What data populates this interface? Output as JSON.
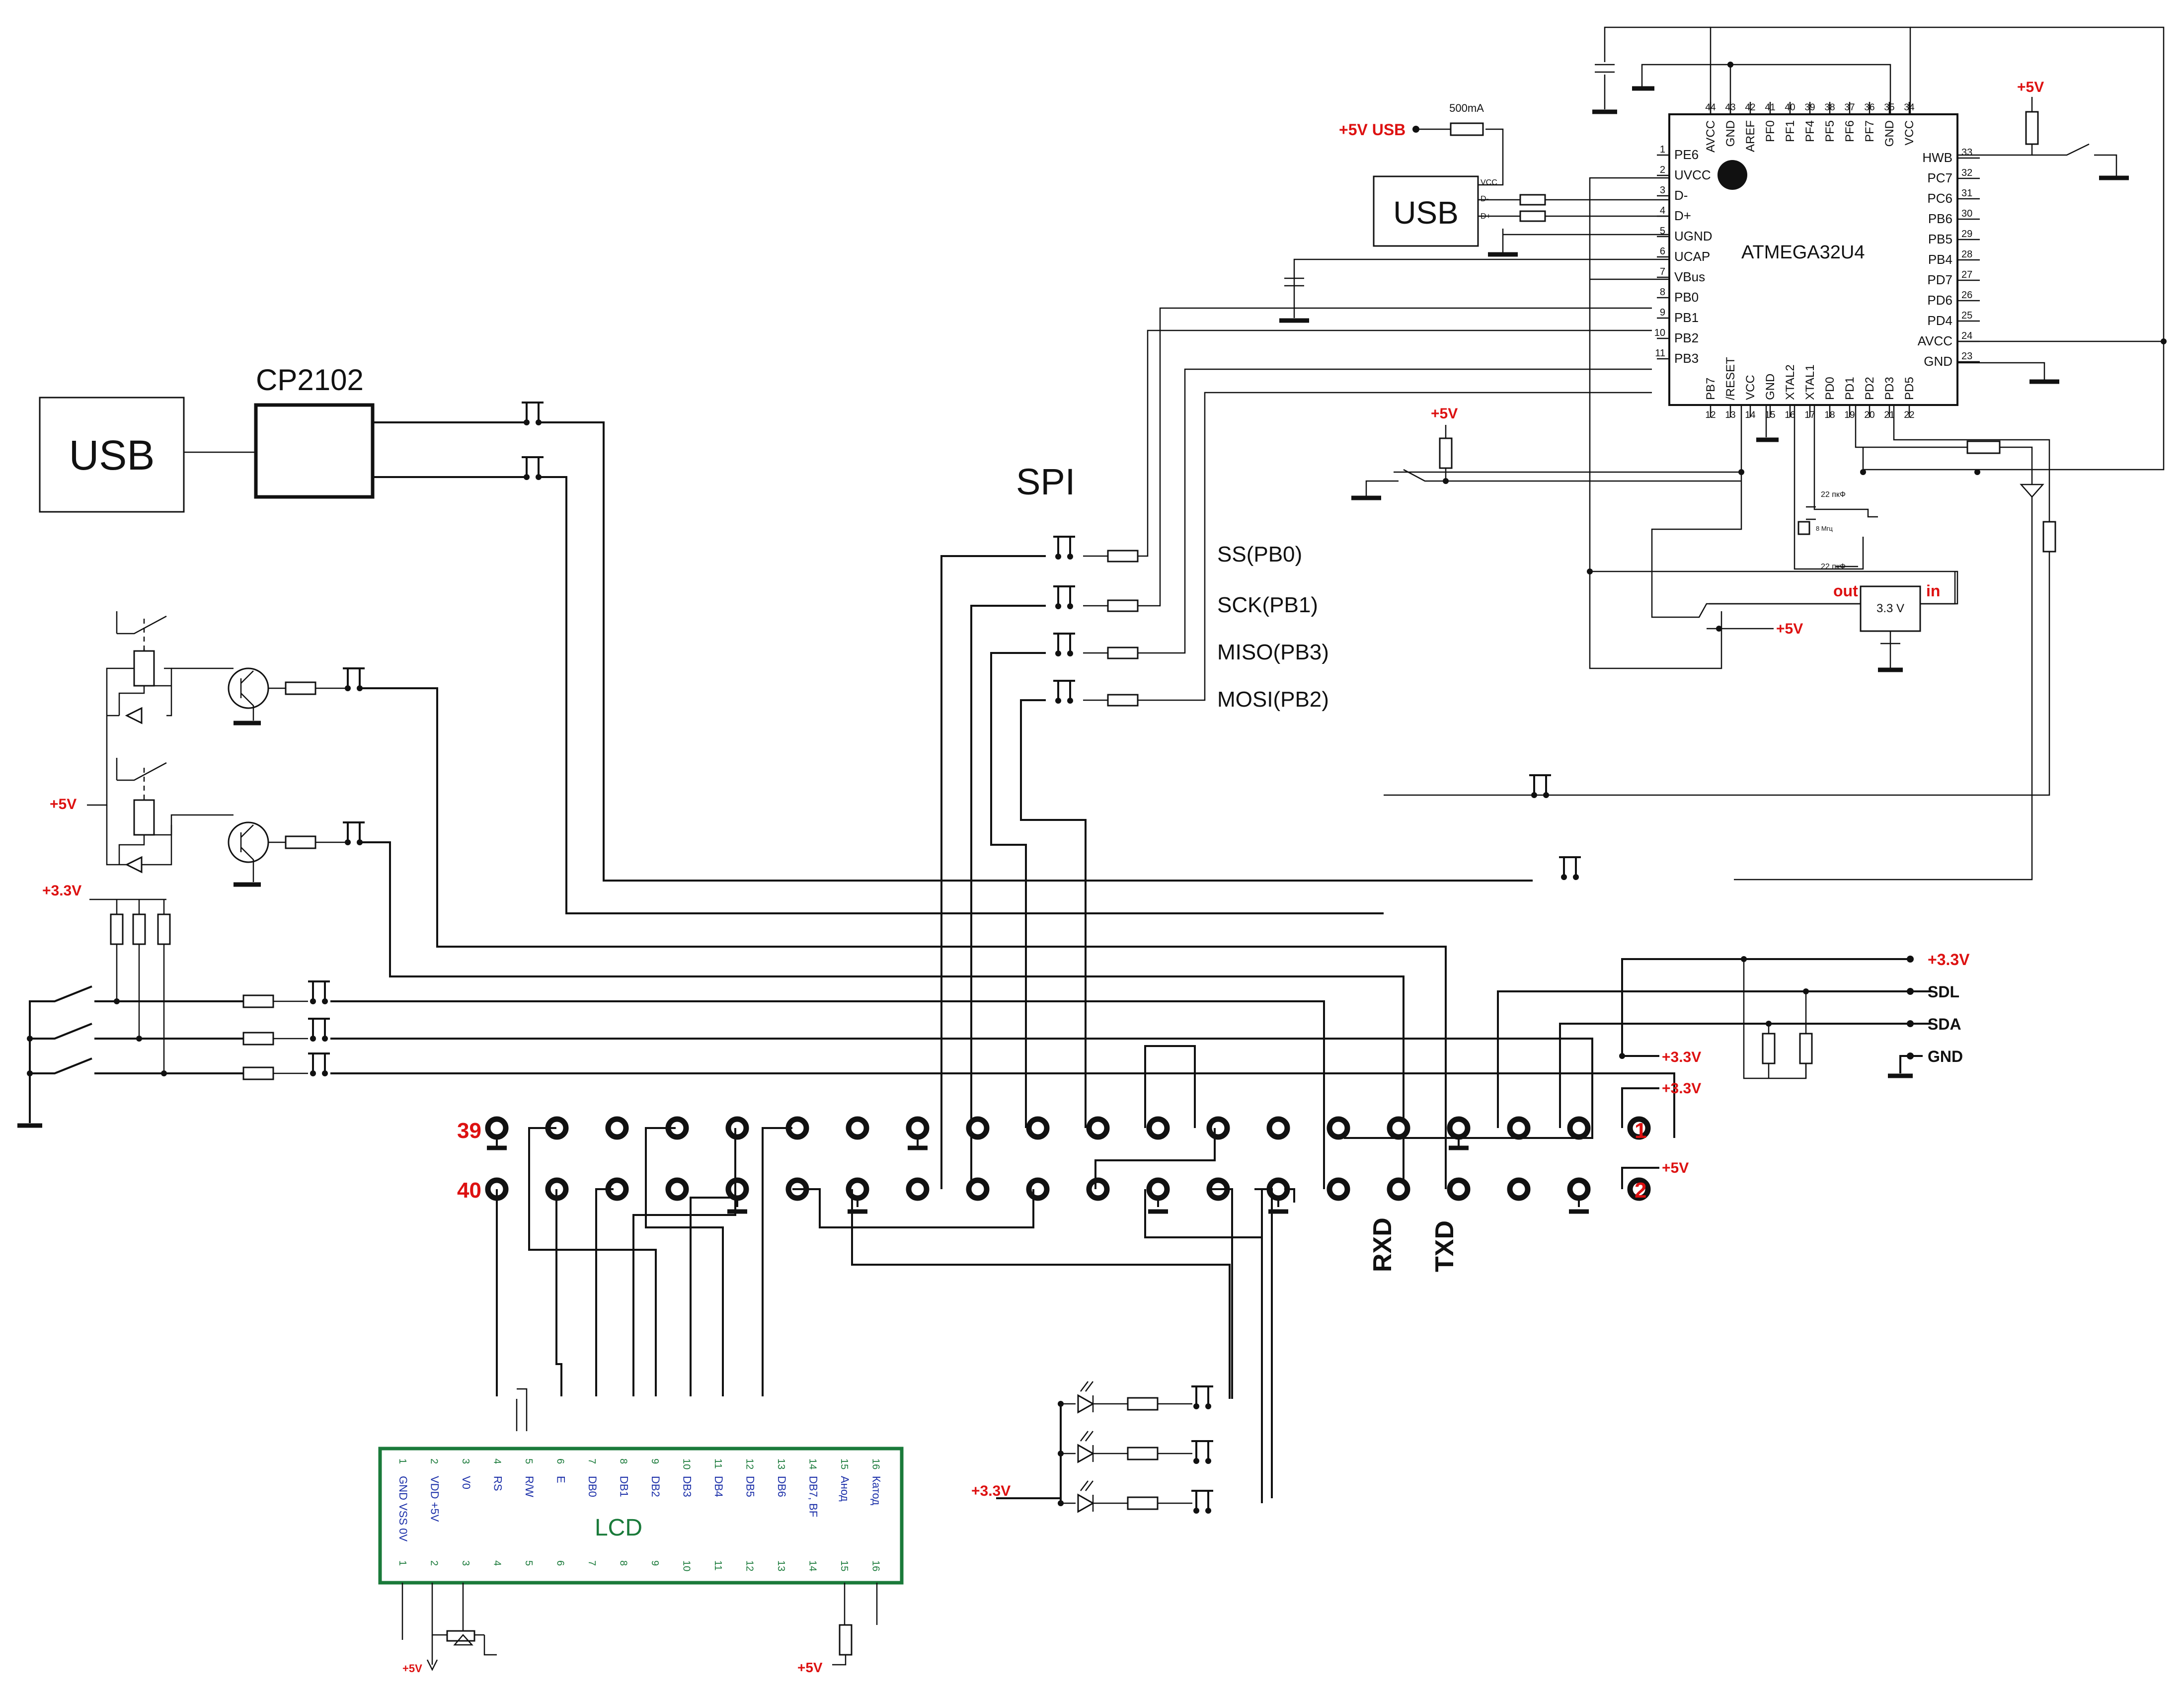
{
  "usb_left": {
    "label": "USB"
  },
  "cp2102": {
    "label": "CP2102"
  },
  "spi": {
    "title": "SPI",
    "ss": "SS(PB0)",
    "sck": "SCK(PB1)",
    "miso": "MISO(PB3)",
    "mosi": "MOSI(PB2)"
  },
  "usb_top": {
    "label": "USB",
    "vcc": "VCC",
    "dminus": "D-",
    "dplus": "D+"
  },
  "supply": {
    "usb5v": "+5V USB",
    "fuse": "500mA",
    "plus5v": "+5V",
    "plus33": "+3.3V",
    "reg_label": "3.3 V",
    "reg_out": "out",
    "reg_in": "in",
    "cap1": "22 пкФ",
    "cap2": "22 пкФ",
    "crystal": "8 Mгц"
  },
  "mcu": {
    "name": "ATMEGA32U4",
    "left_pins": [
      {
        "n": "1",
        "name": "PE6"
      },
      {
        "n": "2",
        "name": "UVCC"
      },
      {
        "n": "3",
        "name": "D-"
      },
      {
        "n": "4",
        "name": "D+"
      },
      {
        "n": "5",
        "name": "UGND"
      },
      {
        "n": "6",
        "name": "UCAP"
      },
      {
        "n": "7",
        "name": "VBus"
      },
      {
        "n": "8",
        "name": "PB0"
      },
      {
        "n": "9",
        "name": "PB1"
      },
      {
        "n": "10",
        "name": "PB2"
      },
      {
        "n": "11",
        "name": "PB3"
      }
    ],
    "right_pins": [
      {
        "n": "33",
        "name": "HWB"
      },
      {
        "n": "32",
        "name": "PC7"
      },
      {
        "n": "31",
        "name": "PC6"
      },
      {
        "n": "30",
        "name": "PB6"
      },
      {
        "n": "29",
        "name": "PB5"
      },
      {
        "n": "28",
        "name": "PB4"
      },
      {
        "n": "27",
        "name": "PD7"
      },
      {
        "n": "26",
        "name": "PD6"
      },
      {
        "n": "25",
        "name": "PD4"
      },
      {
        "n": "24",
        "name": "AVCC"
      },
      {
        "n": "23",
        "name": "GND"
      }
    ],
    "top_pins": [
      {
        "n": "44",
        "name": "AVCC"
      },
      {
        "n": "43",
        "name": "GND"
      },
      {
        "n": "42",
        "name": "AREF"
      },
      {
        "n": "41",
        "name": "PF0"
      },
      {
        "n": "40",
        "name": "PF1"
      },
      {
        "n": "39",
        "name": "PF4"
      },
      {
        "n": "38",
        "name": "PF5"
      },
      {
        "n": "37",
        "name": "PF6"
      },
      {
        "n": "36",
        "name": "PF7"
      },
      {
        "n": "35",
        "name": "GND"
      },
      {
        "n": "34",
        "name": "VCC"
      }
    ],
    "bottom_pins": [
      {
        "n": "12",
        "name": "PB7"
      },
      {
        "n": "13",
        "name": "/RESET"
      },
      {
        "n": "14",
        "name": "VCC"
      },
      {
        "n": "15",
        "name": "GND"
      },
      {
        "n": "16",
        "name": "XTAL2"
      },
      {
        "n": "17",
        "name": "XTAL1"
      },
      {
        "n": "18",
        "name": "PD0"
      },
      {
        "n": "19",
        "name": "PD1"
      },
      {
        "n": "20",
        "name": "PD2"
      },
      {
        "n": "21",
        "name": "PD3"
      },
      {
        "n": "22",
        "name": "PD5"
      }
    ]
  },
  "i2c": {
    "v33": "+3.3V",
    "sdl": "SDL",
    "sda": "SDA",
    "gnd": "GND"
  },
  "header": {
    "pin1": "1",
    "pin2": "2",
    "pin39": "39",
    "pin40": "40",
    "v33": "+3.3V",
    "v5": "+5V",
    "rxd": "RXD",
    "txd": "TXD"
  },
  "lcd": {
    "label": "LCD",
    "pins": [
      {
        "n": "1",
        "name": "GND VSS 0V"
      },
      {
        "n": "2",
        "name": "VDD +5V"
      },
      {
        "n": "3",
        "name": "V0"
      },
      {
        "n": "4",
        "name": "RS"
      },
      {
        "n": "5",
        "name": "R/W"
      },
      {
        "n": "6",
        "name": "E"
      },
      {
        "n": "7",
        "name": "DB0"
      },
      {
        "n": "8",
        "name": "DB1"
      },
      {
        "n": "9",
        "name": "DB2"
      },
      {
        "n": "10",
        "name": "DB3"
      },
      {
        "n": "11",
        "name": "DB4"
      },
      {
        "n": "12",
        "name": "DB5"
      },
      {
        "n": "13",
        "name": "DB6"
      },
      {
        "n": "14",
        "name": "DB7, BF"
      },
      {
        "n": "15",
        "name": "Анод"
      },
      {
        "n": "16",
        "name": "Катод"
      }
    ],
    "v5a": "+5V",
    "v5b": "+5V"
  },
  "leds": {
    "v33": "+3.3V"
  },
  "relays": {
    "v5": "+5V",
    "v33": "+3.3V"
  }
}
